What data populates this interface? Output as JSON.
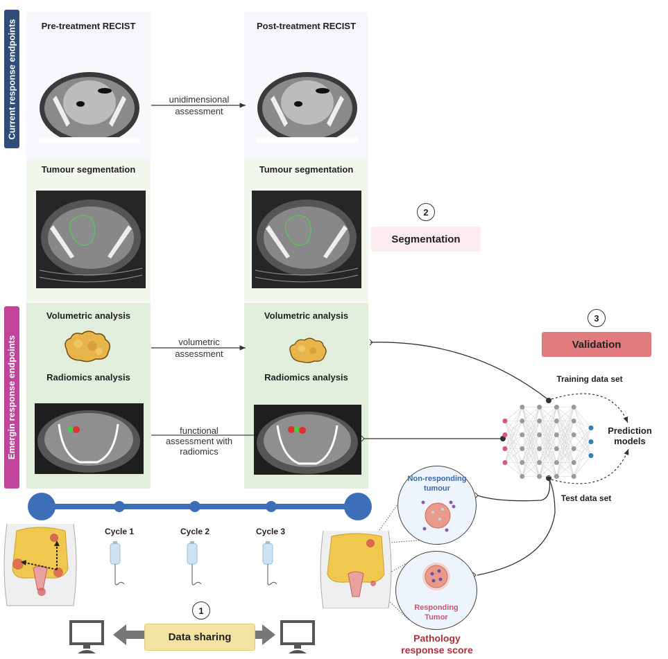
{
  "colors": {
    "current_label_bg": "#2f4d78",
    "emerging_label_bg": "#c0449a",
    "recist_panel_bg": "#f7f7fc",
    "segmentation_panel_bg": "#f2f8ee",
    "emerging_panel_bg": "#e1eedb",
    "segmentation_box_bg": "#fcecef",
    "validation_box_bg": "#e07b7e",
    "data_sharing_box_bg": "#f3e3a2",
    "timeline_blue": "#3d6fb8",
    "input_node": "#d45a7c",
    "hidden_node": "#9a9a9a",
    "output_node": "#2f7fb8",
    "non_responding_text": "#3a6aa8",
    "responding_text": "#c9586a",
    "pathology_text": "#a8323a"
  },
  "side_labels": {
    "current": "Current response endpoints",
    "emerging": "Emergin response endpoints"
  },
  "panels": {
    "pre_recist": "Pre-treatment RECIST",
    "post_recist": "Post-treatment RECIST",
    "pre_segmentation": "Tumour segmentation",
    "post_segmentation": "Tumour segmentation",
    "pre_volumetric": "Volumetric analysis",
    "post_volumetric": "Volumetric analysis",
    "pre_radiomics": "Radiomics analysis",
    "post_radiomics": "Radiomics analysis"
  },
  "arrows": {
    "unidimensional": [
      "unidimensional",
      "assessment"
    ],
    "volumetric": [
      "volumetric",
      "assessment"
    ],
    "functional": [
      "functional",
      "assessment with",
      "radiomics"
    ]
  },
  "steps": {
    "segmentation": {
      "number": "2",
      "label": "Segmentation"
    },
    "validation": {
      "number": "3",
      "label": "Validation"
    },
    "data_sharing": {
      "number": "1",
      "label": "Data sharing"
    }
  },
  "network": {
    "training_label": "Training data set",
    "test_label": "Test data set",
    "prediction_label": [
      "Prediction",
      "models"
    ],
    "layers": {
      "input": 4,
      "hidden": [
        6,
        6,
        6,
        6
      ],
      "output": 3
    }
  },
  "timeline": {
    "cycles": [
      "Cycle 1",
      "Cycle 2",
      "Cycle 3"
    ]
  },
  "pathology": {
    "non_responding": [
      "Non-responding",
      "tumour"
    ],
    "responding": [
      "Responding",
      "Tumor"
    ],
    "score": [
      "Pathology",
      "response score"
    ]
  }
}
